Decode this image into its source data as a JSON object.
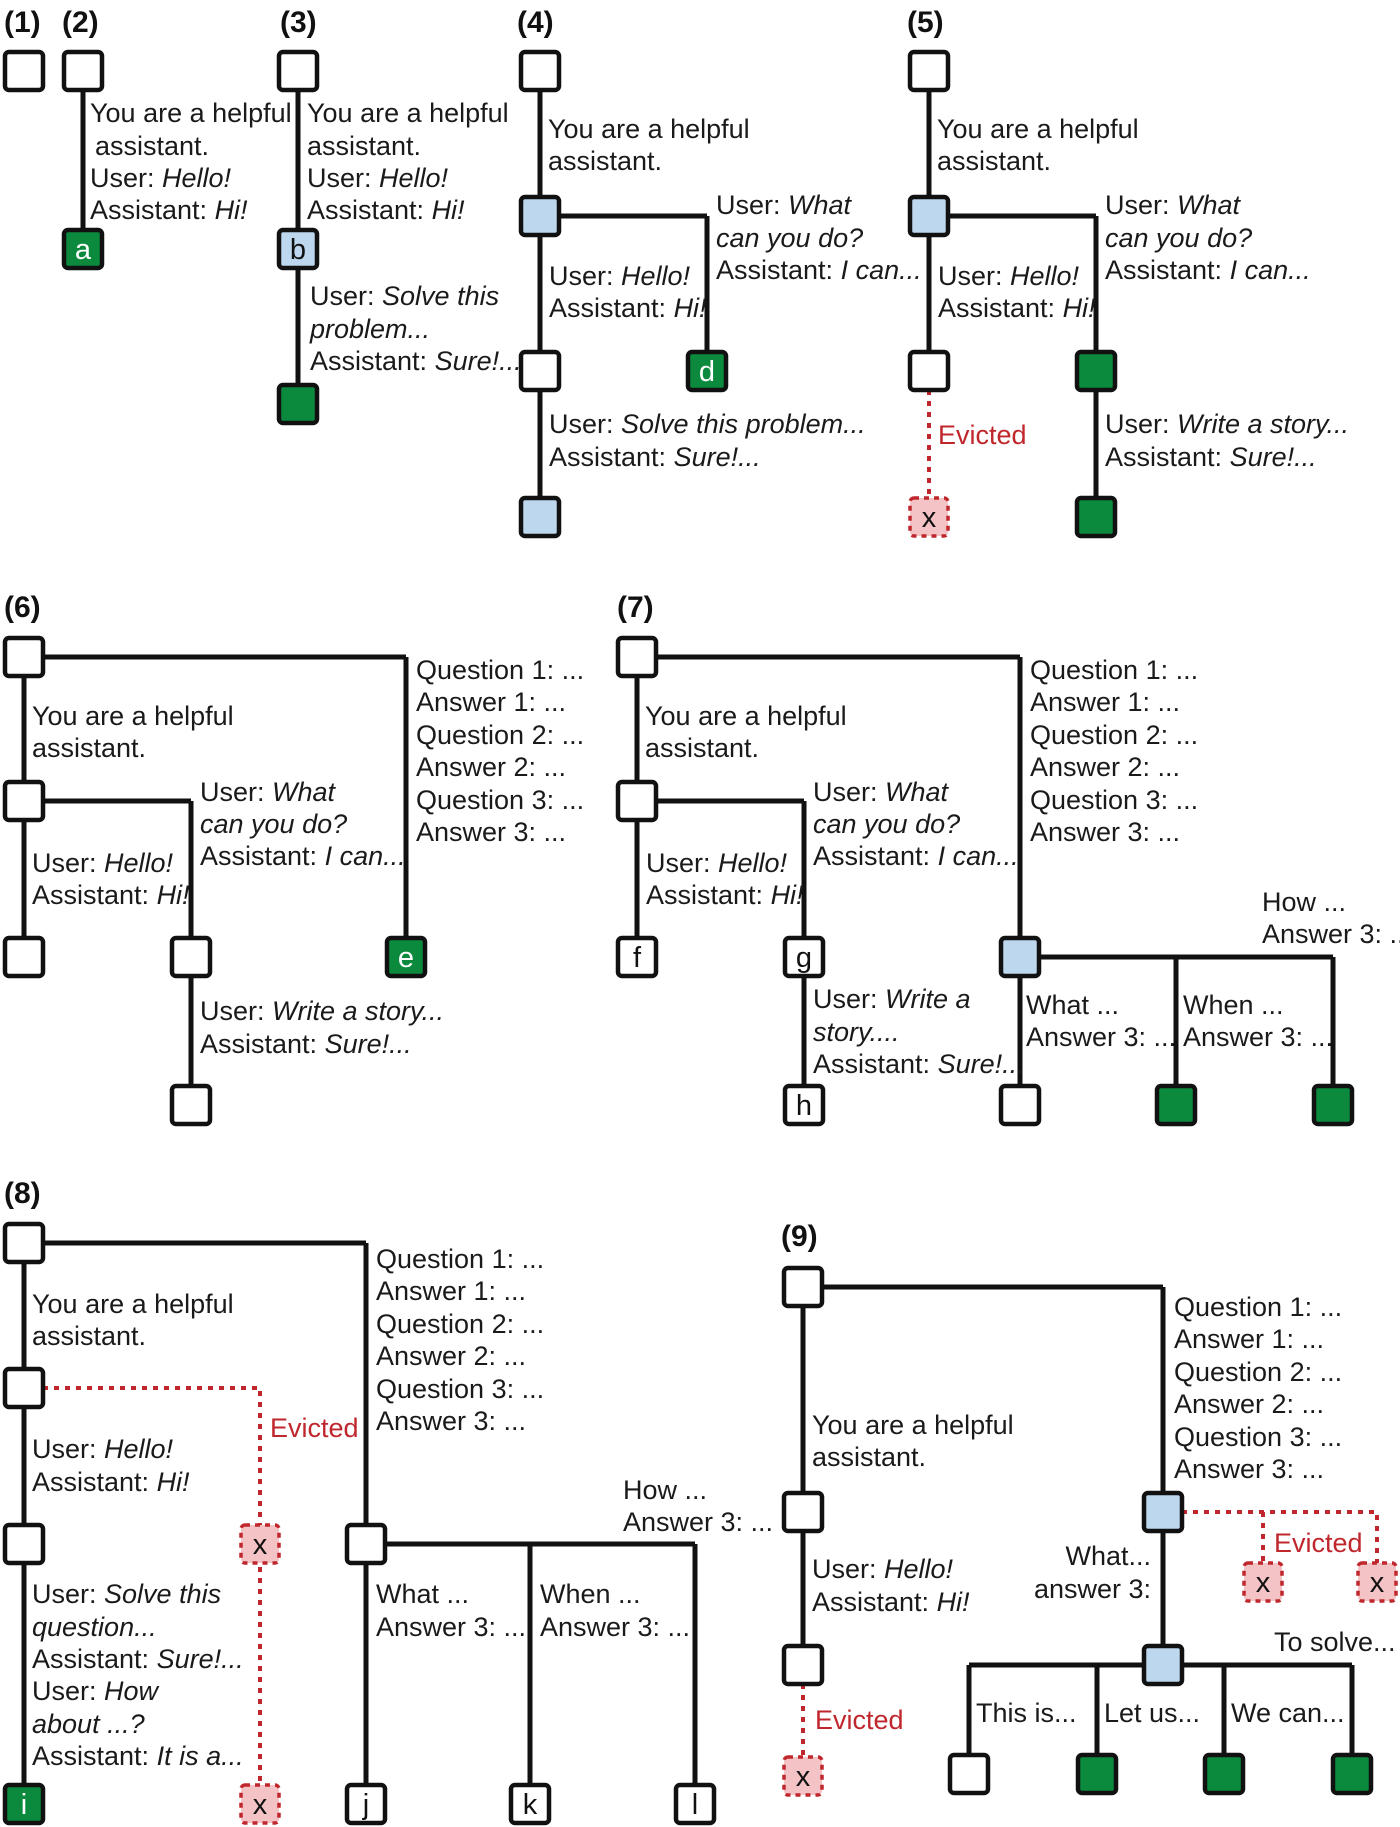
{
  "panels": {
    "p1": "(1)",
    "p2": "(2)",
    "p3": "(3)",
    "p4": "(4)",
    "p5": "(5)",
    "p6": "(6)",
    "p7": "(7)",
    "p8": "(8)",
    "p9": "(9)"
  },
  "text": {
    "you_are": "You are a helpful",
    "assistant_dot": "assistant.",
    "user": "User:",
    "assistant": "Assistant:",
    "hello": "Hello!",
    "hi": "Hi!",
    "what": "What",
    "can_you_do": "can you do?",
    "i_can": "I can...",
    "solve_this": "Solve this",
    "problem": "problem...",
    "solve_this_problem": "Solve this problem...",
    "sure": "Sure!...",
    "write_a_story": "Write a story...",
    "write_a": "Write a",
    "story_dots": "story....",
    "solve_this_question": "Solve this",
    "question_dots": "question...",
    "how": "How",
    "about": "about ...?",
    "it_is_a": "It is a...",
    "evicted": "Evicted",
    "q1": "Question 1: ...",
    "a1": "Answer 1: ...",
    "q2": "Question 2: ...",
    "a2": "Answer 2: ...",
    "q3": "Question 3: ...",
    "a3": "Answer 3: ...",
    "how_dots": "How ...",
    "what_dots": "What ...",
    "when_dots": "When ...",
    "what_short": "What...",
    "answer3_lower": "answer 3:",
    "to_solve": "To solve...",
    "this_is": "This is...",
    "let_us": "Let us...",
    "we_can": "We can..."
  },
  "node_labels": {
    "a": "a",
    "b": "b",
    "d": "d",
    "e": "e",
    "f": "f",
    "g": "g",
    "h": "h",
    "i": "i",
    "j": "j",
    "k": "k",
    "l": "l",
    "x": "x"
  },
  "colors": {
    "cached_green": "#0b8a3e",
    "shared_blue": "#bcd7ee",
    "evicted_red": "#c0272d",
    "evicted_fill": "#f3c3c6"
  }
}
